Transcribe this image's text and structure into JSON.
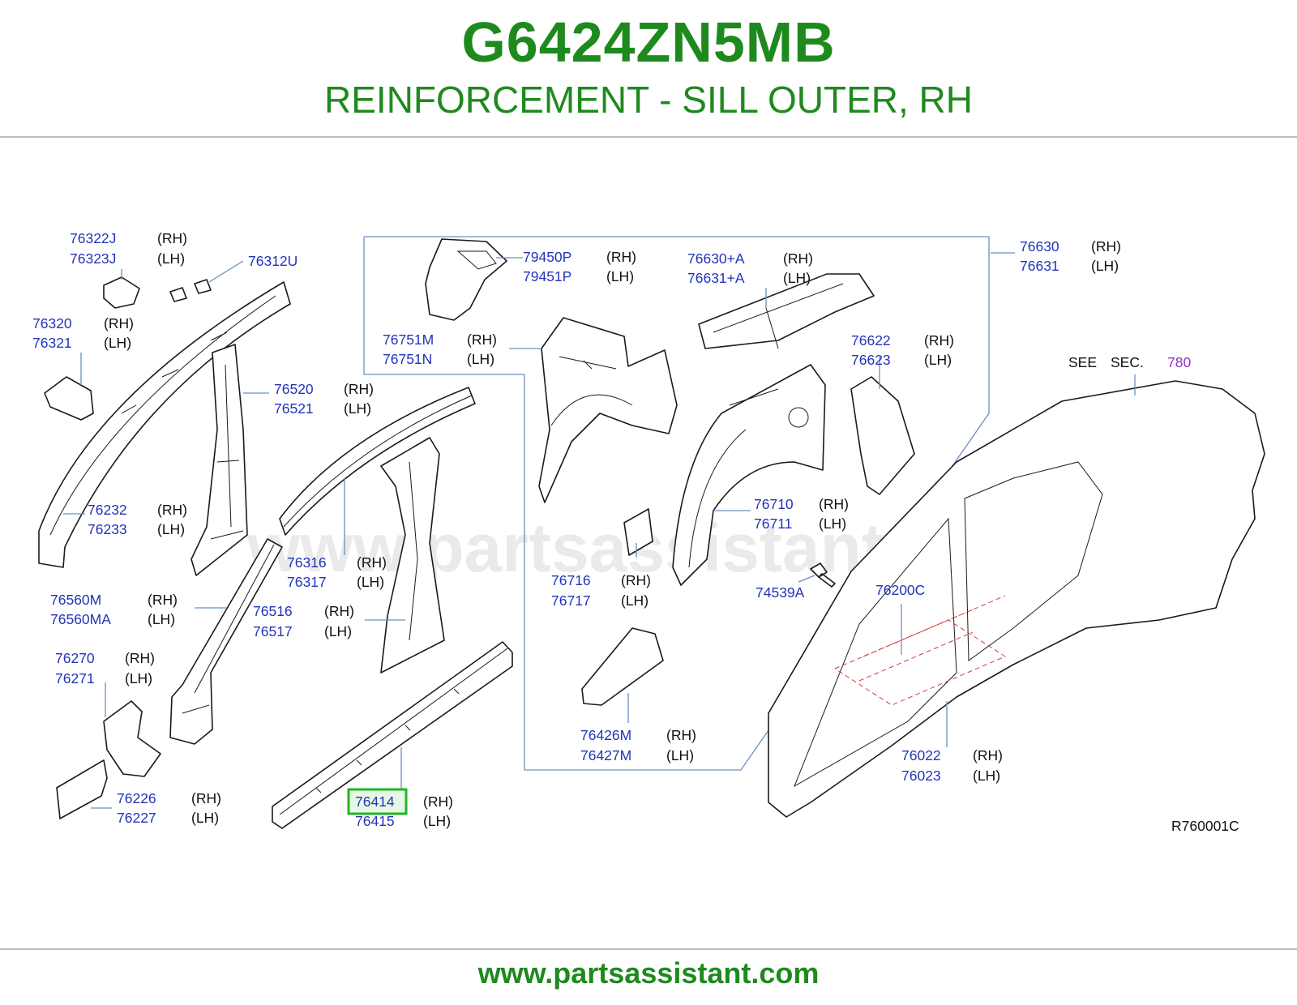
{
  "header": {
    "part_number": "G6424ZN5MB",
    "part_name": "REINFORCEMENT - SILL OUTER, RH"
  },
  "footer": {
    "url": "www.partsassistant.com"
  },
  "watermark": "www.partsassistant.com",
  "diagram": {
    "reference_code": "R760001C",
    "see_section": {
      "see": "SEE",
      "sec": "SEC.",
      "number": "780"
    },
    "highlight_color": "#22b422",
    "callouts": {
      "c1": {
        "rh": "76322J",
        "lh": "76323J",
        "rh_side": "(RH)",
        "lh_side": "(LH)"
      },
      "c2": {
        "single": "76312U"
      },
      "c3": {
        "rh": "76320",
        "lh": "76321",
        "rh_side": "(RH)",
        "lh_side": "(LH)"
      },
      "c4": {
        "rh": "76232",
        "lh": "76233",
        "rh_side": "(RH)",
        "lh_side": "(LH)"
      },
      "c5": {
        "rh": "76520",
        "lh": "76521",
        "rh_side": "(RH)",
        "lh_side": "(LH)"
      },
      "c6": {
        "rh": "76316",
        "lh": "76317",
        "rh_side": "(RH)",
        "lh_side": "(LH)"
      },
      "c7": {
        "rh": "76560M",
        "lh": "76560MA",
        "rh_side": "(RH)",
        "lh_side": "(LH)"
      },
      "c8": {
        "rh": "76516",
        "lh": "76517",
        "rh_side": "(RH)",
        "lh_side": "(LH)"
      },
      "c9": {
        "rh": "76270",
        "lh": "76271",
        "rh_side": "(RH)",
        "lh_side": "(LH)"
      },
      "c10": {
        "rh": "76226",
        "lh": "76227",
        "rh_side": "(RH)",
        "lh_side": "(LH)"
      },
      "c11": {
        "rh": "76414",
        "lh": "76415",
        "rh_side": "(RH)",
        "lh_side": "(LH)",
        "highlighted": true
      },
      "c12": {
        "rh": "79450P",
        "lh": "79451P",
        "rh_side": "(RH)",
        "lh_side": "(LH)"
      },
      "c13": {
        "rh": "76751M",
        "lh": "76751N",
        "rh_side": "(RH)",
        "lh_side": "(LH)"
      },
      "c14": {
        "rh": "76630+A",
        "lh": "76631+A",
        "rh_side": "(RH)",
        "lh_side": "(LH)"
      },
      "c15": {
        "rh": "76630",
        "lh": "76631",
        "rh_side": "(RH)",
        "lh_side": "(LH)"
      },
      "c16": {
        "rh": "76622",
        "lh": "76623",
        "rh_side": "(RH)",
        "lh_side": "(LH)"
      },
      "c17": {
        "rh": "76710",
        "lh": "76711",
        "rh_side": "(RH)",
        "lh_side": "(LH)"
      },
      "c18": {
        "rh": "76716",
        "lh": "76717",
        "rh_side": "(RH)",
        "lh_side": "(LH)"
      },
      "c19": {
        "single": "74539A"
      },
      "c20": {
        "single": "76200C"
      },
      "c21": {
        "rh": "76426M",
        "lh": "76427M",
        "rh_side": "(RH)",
        "lh_side": "(LH)"
      },
      "c22": {
        "rh": "76022",
        "lh": "76023",
        "rh_side": "(RH)",
        "lh_side": "(LH)"
      }
    }
  }
}
